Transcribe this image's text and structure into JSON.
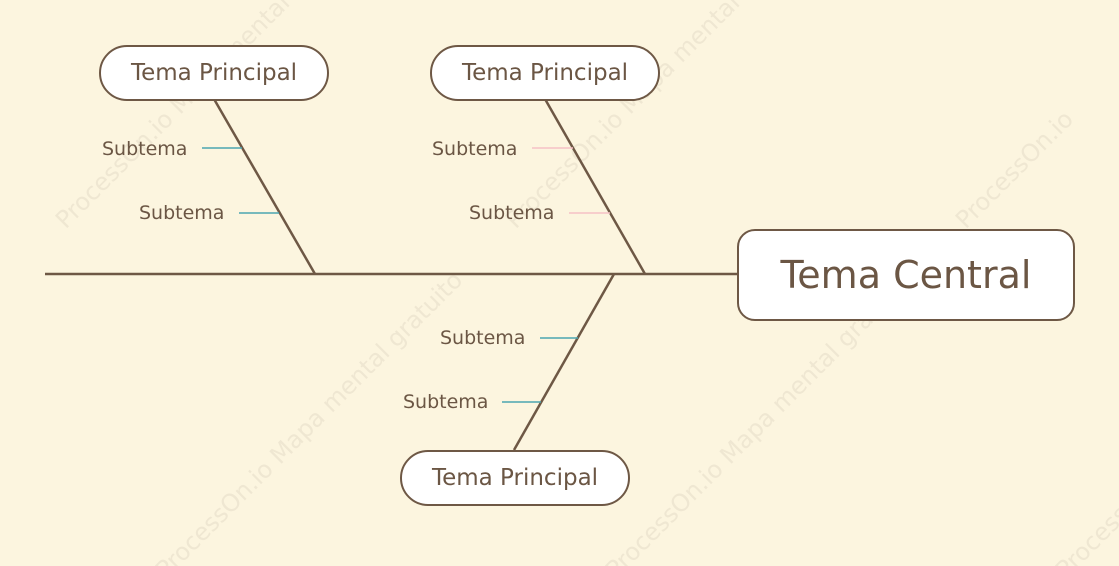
{
  "watermark": {
    "brand": "ProcessOn.io",
    "slogan": "ProcessOn.io Mapa mental gratuito"
  },
  "colors": {
    "background": "#FCF5DF",
    "spine": "#6E5845",
    "box_border": "#6E5845",
    "text": "#6B5644",
    "subtopic_teal": "#4BA5B0",
    "subtopic_pink": "#F5C2C6"
  },
  "central": {
    "label": "Tema Central"
  },
  "branches": [
    {
      "label": "Tema Principal",
      "subtopics": [
        {
          "label": "Subtema"
        },
        {
          "label": "Subtema"
        }
      ]
    },
    {
      "label": "Tema Principal",
      "subtopics": [
        {
          "label": "Subtema"
        },
        {
          "label": "Subtema"
        }
      ]
    },
    {
      "label": "Tema Principal",
      "subtopics": [
        {
          "label": "Subtema"
        },
        {
          "label": "Subtema"
        }
      ]
    }
  ]
}
